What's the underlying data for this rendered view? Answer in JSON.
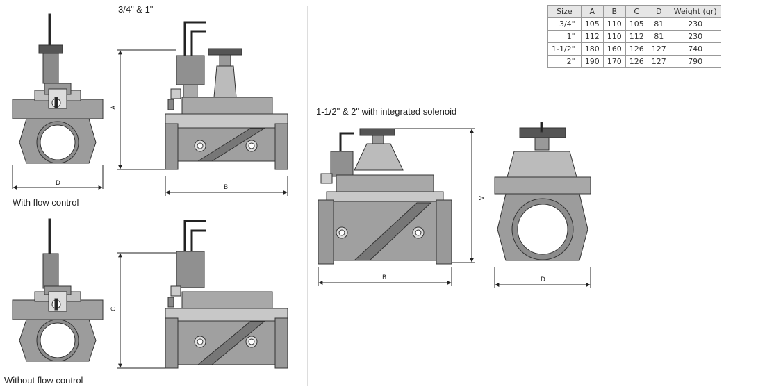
{
  "labels": {
    "size_small": "3/4\" & 1\"",
    "size_large": "1-1/2\" & 2\" with integrated solenoid",
    "with_flow": "With flow control",
    "without_flow": "Without flow control"
  },
  "dims": {
    "A": "A",
    "B": "B",
    "C": "C",
    "D": "D"
  },
  "table": {
    "headers": [
      "Size",
      "A",
      "B",
      "C",
      "D",
      "Weight (gr)"
    ],
    "rows": [
      [
        "3/4\"",
        "105",
        "110",
        "105",
        "81",
        "230"
      ],
      [
        "1\"",
        "112",
        "110",
        "112",
        "81",
        "230"
      ],
      [
        "1-1/2\"",
        "180",
        "160",
        "126",
        "127",
        "740"
      ],
      [
        "2\"",
        "190",
        "170",
        "126",
        "127",
        "790"
      ]
    ]
  }
}
